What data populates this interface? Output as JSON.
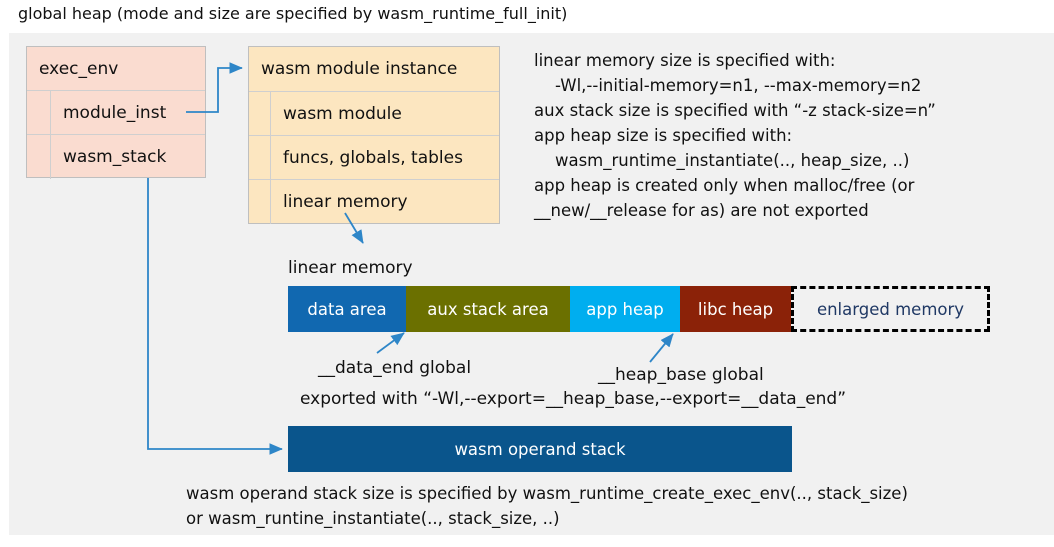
{
  "title": "global heap (mode and size are specified by wasm_runtime_full_init)",
  "colors": {
    "panel_bg": "#f1f1f1",
    "exec_env_fill": "#fadcd0",
    "module_inst_fill": "#fce6c0",
    "data_area": "#1168b0",
    "aux_stack_area": "#6b7000",
    "app_heap": "#00aeef",
    "libc_heap": "#8b2208",
    "enlarged_memory_border": "#000000",
    "operand_stack": "#0a558c",
    "arrow": "#2e86c8"
  },
  "exec_env": {
    "header": "exec_env",
    "fields": [
      {
        "label": "module_inst"
      },
      {
        "label": "wasm_stack"
      }
    ]
  },
  "module_instance": {
    "header": "wasm module instance",
    "fields": [
      {
        "label": "wasm module"
      },
      {
        "label": "funcs, globals, tables"
      },
      {
        "label": "linear memory"
      }
    ]
  },
  "notes": {
    "right_block": "linear memory size is specified with:\n    -Wl,--initial-memory=n1, --max-memory=n2\naux stack size is specified with “-z stack-size=n”\napp heap size is specified with:\n    wasm_runtime_instantiate(.., heap_size, ..)\napp heap is created only when malloc/free (or\n__new/__release for as) are not exported",
    "bottom_block": "wasm operand stack size is specified by wasm_runtime_create_exec_env(.., stack_size)\nor wasm_runtine_instantiate(.., stack_size, ..)"
  },
  "linear_memory": {
    "label": "linear memory",
    "segments": [
      {
        "label": "data area",
        "color": "#1168b0",
        "width": 118,
        "text_color": "#ffffff",
        "dashed": false
      },
      {
        "label": "aux stack area",
        "color": "#6b7000",
        "width": 164,
        "text_color": "#ffffff",
        "dashed": false
      },
      {
        "label": "app heap",
        "color": "#00aeef",
        "width": 110,
        "text_color": "#ffffff",
        "dashed": false
      },
      {
        "label": "libc heap",
        "color": "#8b2208",
        "width": 111,
        "text_color": "#ffffff",
        "dashed": false
      },
      {
        "label": "enlarged memory",
        "color": "#f1f1f1",
        "width": 199,
        "text_color": "#1f3864",
        "dashed": true
      }
    ]
  },
  "annotations": {
    "data_end": "__data_end global",
    "heap_base": "__heap_base global",
    "exported_with": "exported with “-Wl,--export=__heap_base,--export=__data_end”"
  },
  "operand_stack": {
    "label": "wasm operand stack"
  }
}
